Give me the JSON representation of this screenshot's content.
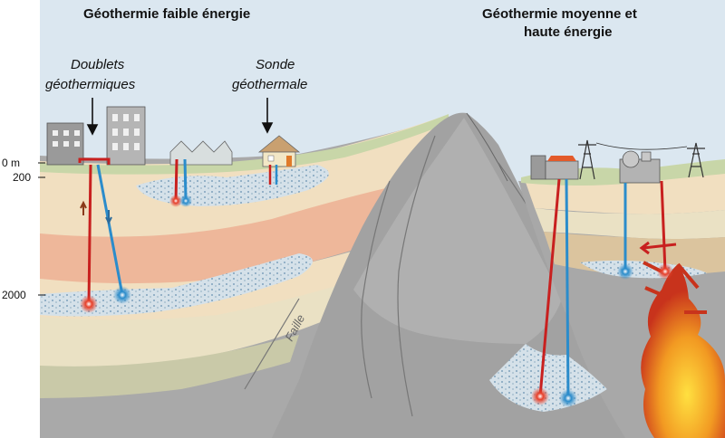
{
  "titles": {
    "low_energy": "Géothermie faible énergie",
    "medium_high_energy_line1": "Géothermie moyenne et",
    "medium_high_energy_line2": "haute énergie"
  },
  "callouts": {
    "doublets_line1": "Doublets",
    "doublets_line2": "géothermiques",
    "sonde_line1": "Sonde",
    "sonde_line2": "géothermale"
  },
  "depth_labels": {
    "surface": "0 m",
    "d200": "200",
    "d2000": "2000"
  },
  "fault_label": "Faille",
  "colors": {
    "sky": "#dbe7f0",
    "surface_green": "#c8d6a8",
    "layer_light": "#f1dfc0",
    "layer_salmon": "#eeb79a",
    "rock_gray": "#a9a9a9",
    "hot_water": "#c8201f",
    "cold_water": "#2b8ccb",
    "magma": "#f0a020"
  }
}
